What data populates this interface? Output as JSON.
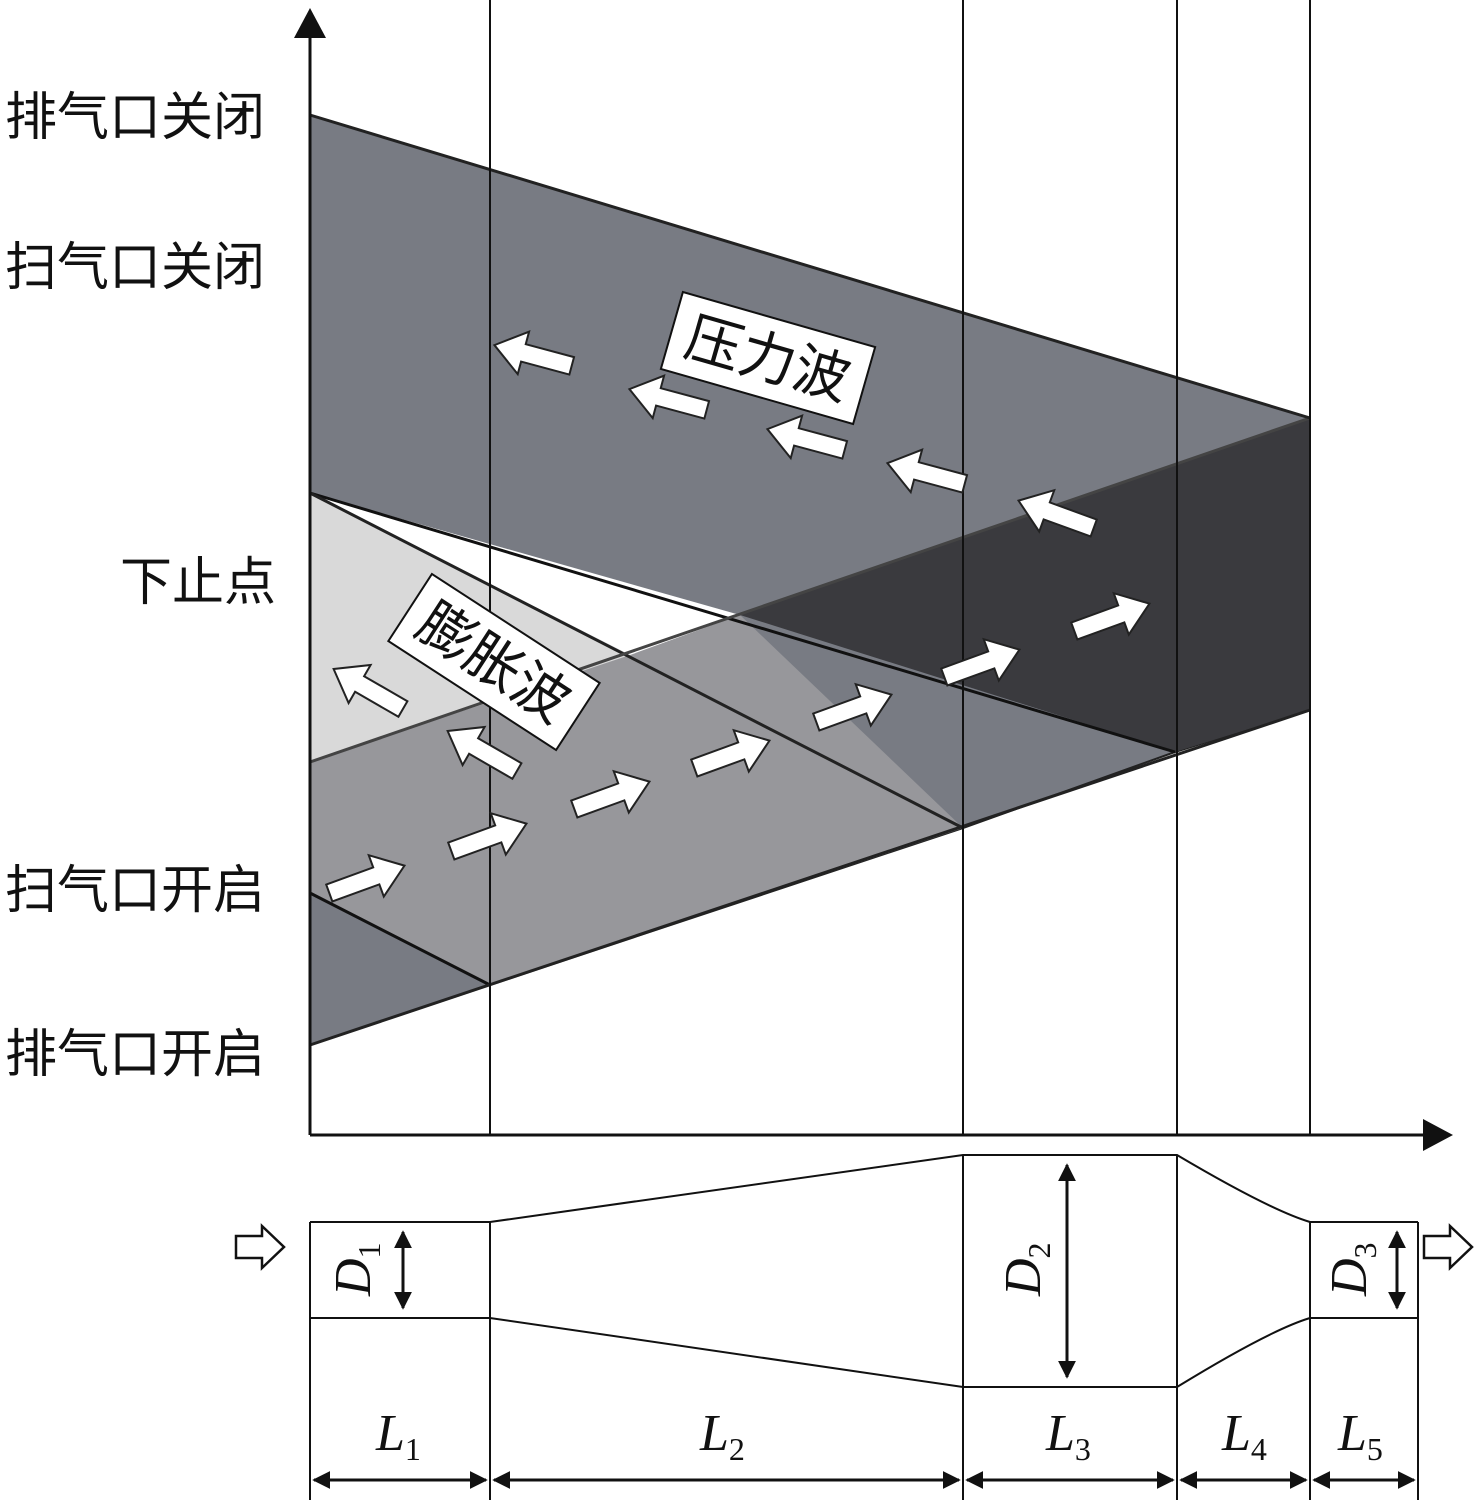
{
  "y_axis_labels": {
    "exhaust_close": "排气口关闭",
    "scavenge_close": "扫气口关闭",
    "bdc": "下止点",
    "scavenge_open": "扫气口开启",
    "exhaust_open": "排气口开启"
  },
  "wave_labels": {
    "pressure_wave": "压力波",
    "expansion_wave": "膨胀波"
  },
  "diameters": [
    {
      "name": "D",
      "sub": "1"
    },
    {
      "name": "D",
      "sub": "2"
    },
    {
      "name": "D",
      "sub": "3"
    }
  ],
  "lengths": [
    {
      "name": "L",
      "sub": "1"
    },
    {
      "name": "L",
      "sub": "2"
    },
    {
      "name": "L",
      "sub": "3"
    },
    {
      "name": "L",
      "sub": "4"
    },
    {
      "name": "L",
      "sub": "5"
    }
  ],
  "colors": {
    "pressure_band": "#787b83",
    "dark_band": "#3a3a3e",
    "light_band": "#d9d9d9",
    "mid_band": "#97979b",
    "line": "#111111"
  }
}
